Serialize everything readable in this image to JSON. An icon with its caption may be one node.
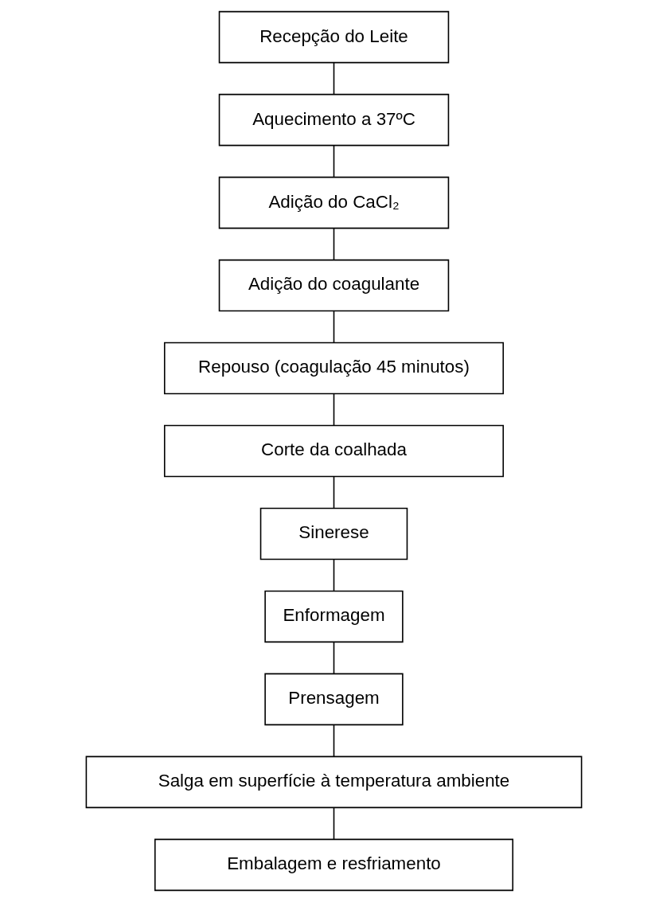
{
  "diagram": {
    "nodes": [
      {
        "text": [
          "Recepção do Leite"
        ]
      },
      {
        "text": [
          "Aquecimento a 37ºC"
        ]
      },
      {
        "text": [
          "Adição do CaCl₂"
        ]
      },
      {
        "text": [
          "Adição do coagulante"
        ]
      },
      {
        "text": [
          "Repouso (coagulação 45 minutos)"
        ]
      },
      {
        "text": [
          "Corte da coalhada"
        ]
      },
      {
        "text": [
          "Sinerese"
        ]
      },
      {
        "text": [
          "Enformagem"
        ]
      },
      {
        "text": [
          "Prensagem"
        ]
      },
      {
        "text": [
          "Salga em superfície à temperatura ambiente"
        ]
      },
      {
        "text": [
          "Embalagem e resfriamento"
        ]
      }
    ],
    "edges": [
      {
        "from": 0,
        "to": 1,
        "arrow": "none"
      },
      {
        "from": 1,
        "to": 2,
        "arrow": "none"
      },
      {
        "from": 2,
        "to": 3,
        "arrow": "none"
      },
      {
        "from": 3,
        "to": 4,
        "arrow": "none"
      },
      {
        "from": 4,
        "to": 5,
        "arrow": "none"
      },
      {
        "from": 5,
        "to": 6,
        "arrow": "none"
      },
      {
        "from": 6,
        "to": 7,
        "arrow": "none"
      },
      {
        "from": 7,
        "to": 8,
        "arrow": "none"
      },
      {
        "from": 8,
        "to": 9,
        "arrow": "none"
      },
      {
        "from": 9,
        "to": 10,
        "arrow": "none"
      }
    ]
  }
}
